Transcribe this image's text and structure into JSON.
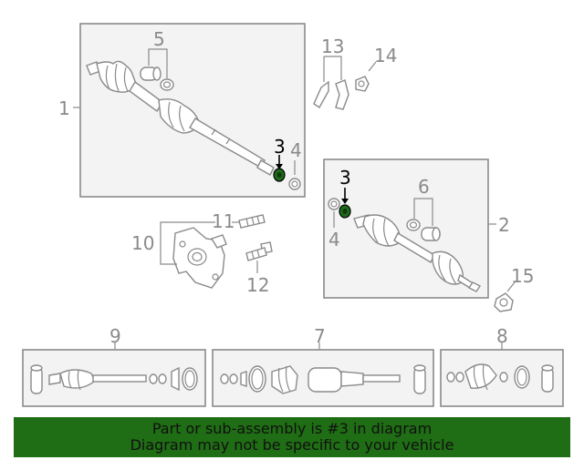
{
  "diagram": {
    "highlight_color": "#1e6b1a",
    "callouts": {
      "c1": "1",
      "c2": "2",
      "c3a": "3",
      "c3b": "3",
      "c4a": "4",
      "c4b": "4",
      "c5": "5",
      "c6": "6",
      "c7": "7",
      "c8": "8",
      "c9": "9",
      "c10": "10",
      "c11": "11",
      "c12": "12",
      "c13": "13",
      "c14": "14",
      "c15": "15"
    }
  },
  "banner": {
    "line1": "Part or sub-assembly is #3 in diagram",
    "line2": "Diagram may not be specific to your vehicle",
    "color": "#1f6d14"
  }
}
